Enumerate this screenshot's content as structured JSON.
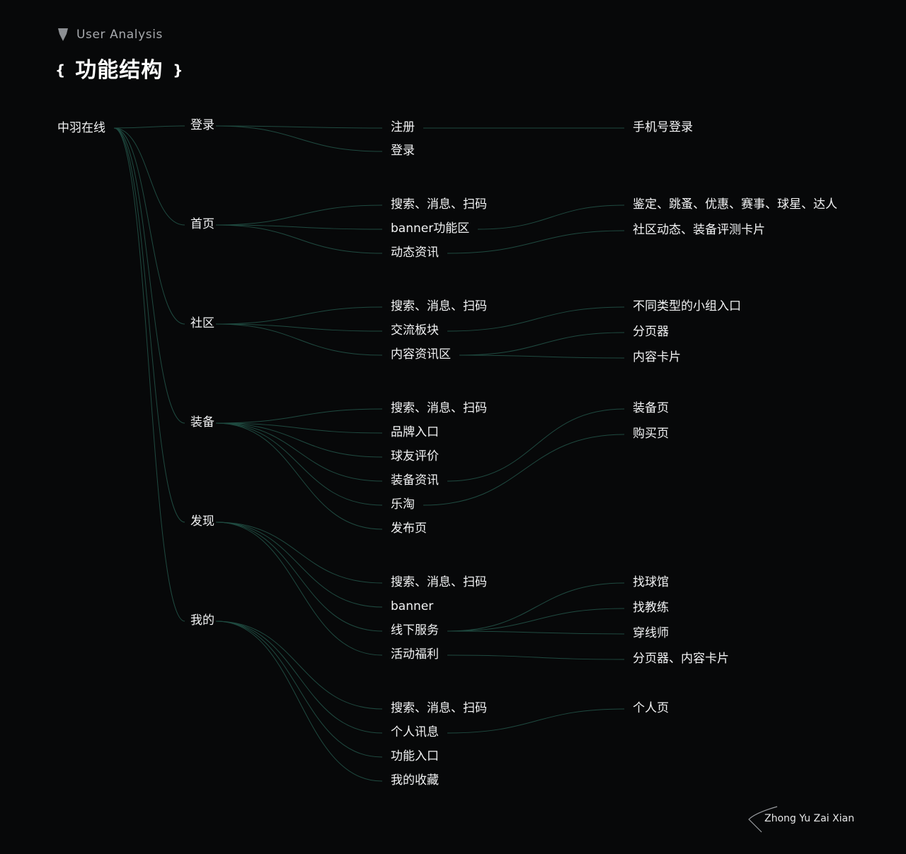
{
  "header": {
    "eyebrow": "User Analysis",
    "title": "功能结构",
    "brace_open": "{",
    "brace_close": "}"
  },
  "colors": {
    "background": "#070809",
    "edge": "#1f4a40",
    "edge_highlight": "#3a7a6a",
    "text": "#f2f3f4",
    "eyebrow": "#a6a9ad"
  },
  "tree": {
    "root": "中羽在线",
    "branches": [
      {
        "label": "登录",
        "children": [
          {
            "label": "注册",
            "children": [
              "手机号登录"
            ]
          },
          {
            "label": "登录",
            "children": []
          }
        ]
      },
      {
        "label": "首页",
        "children": [
          {
            "label": "搜索、消息、扫码",
            "children": []
          },
          {
            "label": "banner功能区",
            "children": [
              "鉴定、跳蚤、优惠、赛事、球星、达人"
            ]
          },
          {
            "label": "动态资讯",
            "children": [
              "社区动态、装备评测卡片"
            ]
          }
        ]
      },
      {
        "label": "社区",
        "children": [
          {
            "label": "搜索、消息、扫码",
            "children": []
          },
          {
            "label": "交流板块",
            "children": [
              "不同类型的小组入口"
            ]
          },
          {
            "label": "内容资讯区",
            "children": [
              "分页器",
              "内容卡片"
            ]
          }
        ]
      },
      {
        "label": "装备",
        "children": [
          {
            "label": "搜索、消息、扫码",
            "children": []
          },
          {
            "label": "品牌入口",
            "children": []
          },
          {
            "label": "球友评价",
            "children": []
          },
          {
            "label": "装备资讯",
            "children": [
              "装备页"
            ]
          },
          {
            "label": "乐淘",
            "children": [
              "购买页"
            ]
          },
          {
            "label": "发布页",
            "children": []
          }
        ]
      },
      {
        "label": "发现",
        "children": [
          {
            "label": "搜索、消息、扫码",
            "children": []
          },
          {
            "label": "banner",
            "children": []
          },
          {
            "label": "线下服务",
            "children": [
              "找球馆",
              "找教练",
              "穿线师"
            ]
          },
          {
            "label": "活动福利",
            "children": [
              "分页器、内容卡片"
            ]
          }
        ]
      },
      {
        "label": "我的",
        "children": [
          {
            "label": "搜索、消息、扫码",
            "children": []
          },
          {
            "label": "个人讯息",
            "children": [
              "个人页"
            ]
          },
          {
            "label": "功能入口",
            "children": []
          },
          {
            "label": "我的收藏",
            "children": []
          }
        ]
      }
    ]
  },
  "signature": "Zhong Yu Zai Xian"
}
